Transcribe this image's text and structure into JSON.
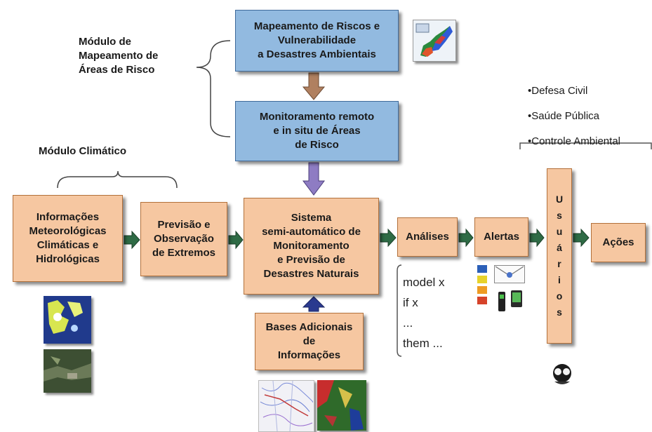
{
  "modules": {
    "mapping_module": "Módulo de\nMapeamento de\nÁreas de Risco",
    "climate_module": "Módulo Climático"
  },
  "boxes": {
    "risk_mapping": "Mapeamento de Riscos e\nVulnerabilidade\na Desastres  Ambientais",
    "remote_monitoring": "Monitoramento remoto\ne  in situ de Áreas\nde  Risco",
    "meteo_info": "Informações\nMeteorológicas\nClimáticas e\nHidrológicas",
    "forecast": "Previsão e\nObservação\nde Extremos",
    "system": "Sistema\nsemi-automático  de\nMonitoramento\ne Previsão de\nDesastres  Naturais",
    "analyses": "Análises",
    "alerts": "Alertas",
    "users_letters": [
      "U",
      "s",
      "u",
      "á",
      "r",
      "i",
      "o",
      "s"
    ],
    "actions": "Ações",
    "additional_bases": "Bases Adicionais\nde\nInformações"
  },
  "stakeholders": [
    "•Defesa Civil",
    "•Saúde Pública",
    "•Controle Ambiental"
  ],
  "code_lines": [
    "model x",
    "if  x",
    "...",
    "them ..."
  ],
  "icon_names": [
    "map-icon",
    "satellite-image-icon",
    "maps-icon",
    "phone-icon",
    "envelope-icon",
    "people-icon"
  ],
  "colors": {
    "orange_box": "#f6c7a1",
    "blue_box": "#92bae0",
    "green_arrow": "#2e6b45",
    "brown_arrow": "#b08060",
    "purple_arrow": "#8e7cc3",
    "navy_arrow": "#2a3a8f"
  }
}
